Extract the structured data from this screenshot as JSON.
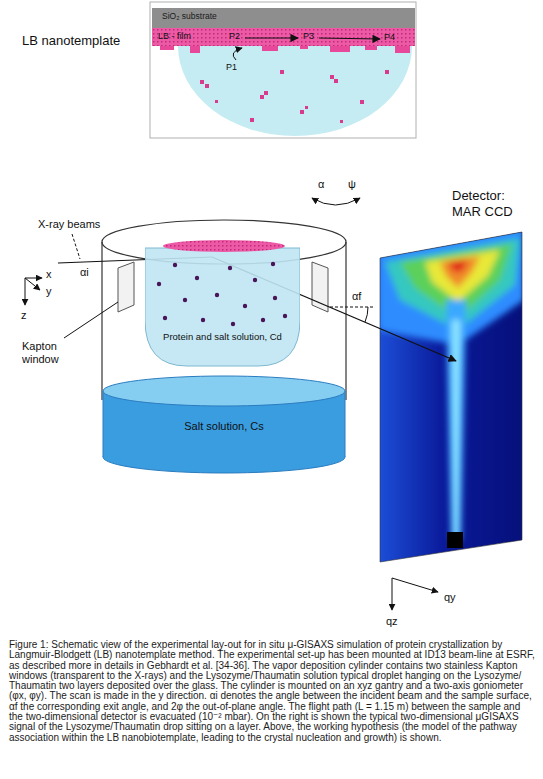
{
  "diagram": {
    "caption": "Figure 1: Schematic view of the experimental lay-out for in situ μ-GISAXS simulation of protein crystallization by Langmuir-Blodgett (LB) nanotemplate method. The experimental set-up has been mounted at ID13 beam-line at ESRF, as described more in details in Gebhardt et al. [34-36]. The vapor deposition cylinder contains two stainless Kapton windows (transparent to the X-rays) and the Lysozyme/Thaumatin solution typical droplet hanging on the Lysozyme/ Thaumatin two layers deposited over the glass. The cylinder is mounted on an xyz gantry and a two-axis goniometer (φx, φy). The scan is made in the y direction. αi denotes the angle between the incident beam and the sample surface, αf the corresponding exit angle, and 2φ the out-of-plane angle. The flight path (L = 1.15 m) between the sample and the two-dimensional detector is evacuated (10⁻² mbar). On the right is shown the typical two-dimensional μGISAXS signal of the Lysozyme/Thaumatin drop sitting on a layer. Above, the working hypothesis (the model of the pathway association within the LB nanobiotemplate, leading to the crystal nucleation and growth) is shown.",
    "nodes": [
      {
        "text": [
          "SiO₂ substrate"
        ]
      },
      {
        "text": [
          "LB - film"
        ]
      },
      {
        "text": [
          "Protein and salt solution, Cd"
        ]
      },
      {
        "text": [
          "Salt solution, Cs"
        ]
      }
    ],
    "labels": [
      "LB nanotemplate",
      "P2",
      "P3",
      "P4",
      "P1",
      "X-ray beams",
      "αi",
      "x",
      "y",
      "z",
      "Kapton window",
      "α",
      "ψ",
      "αf",
      "Detector: MAR CCD",
      "qz",
      "qy"
    ]
  }
}
